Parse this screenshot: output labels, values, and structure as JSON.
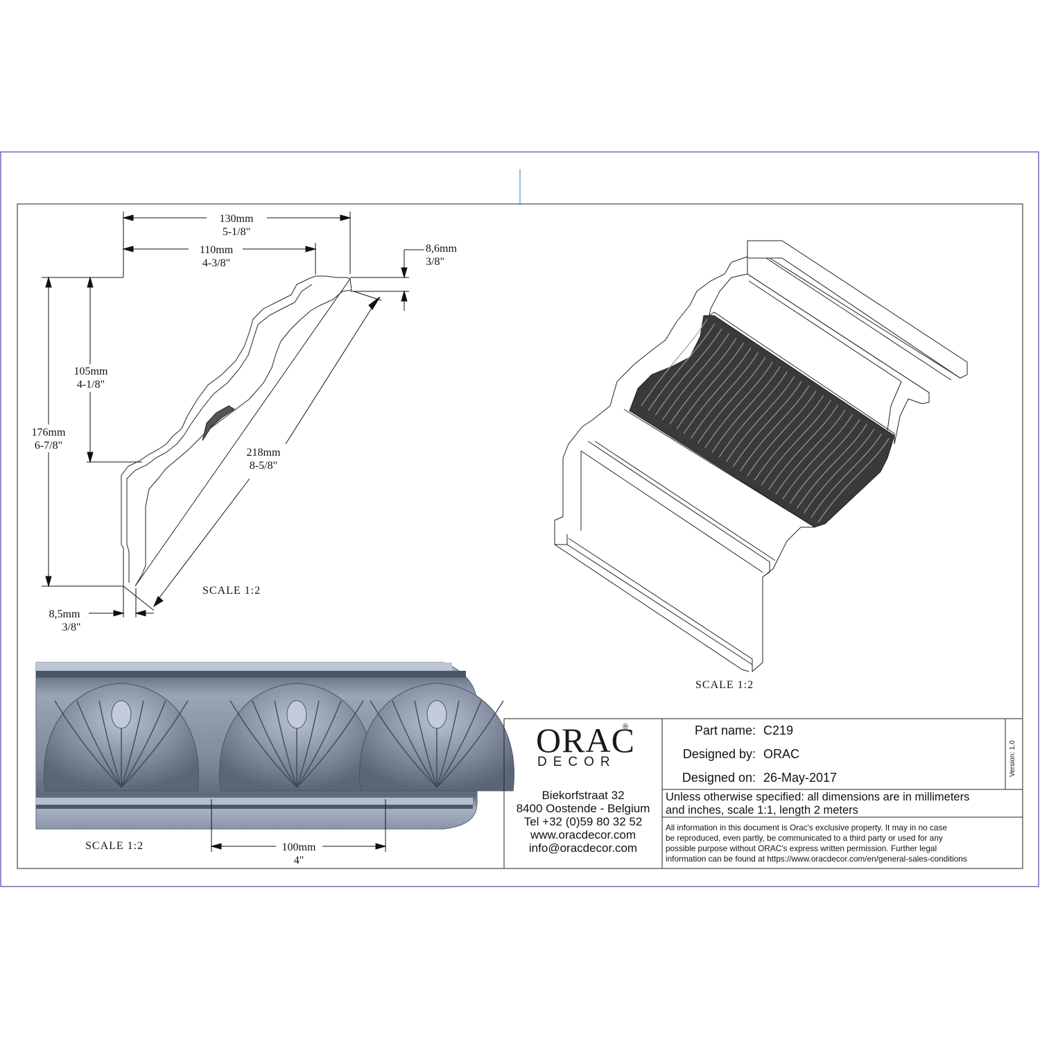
{
  "title_block": {
    "logo_main": "ORAC",
    "logo_reg": "®",
    "logo_sub": "DECOR",
    "address_lines": [
      "Biekorfstraat 32",
      "8400 Oostende - Belgium",
      "Tel  +32 (0)59 80 32 52",
      "www.oracdecor.com",
      "info@oracdecor.com"
    ],
    "part_name_label": "Part name:",
    "part_name": "C219",
    "designed_by_label": "Designed by:",
    "designed_by": "ORAC",
    "designed_on_label": "Designed on:",
    "designed_on": "26-May-2017",
    "version": "Version: 1.0",
    "general_note_lines": [
      "Unless otherwise specified: all dimensions are in millimeters",
      "and inches, scale 1:1, length 2 meters"
    ],
    "legal_lines": [
      "All information in this document is Orac's exclusive property.  It may in no case",
      "be reproduced, even partly, be communicated to a third party or used for any",
      "possible purpose without ORAC's express written permission. Further legal",
      "information can be found at https://www.oracdecor.com/en/general-sales-conditions"
    ]
  },
  "drawing": {
    "scale_profile": "SCALE  1:2",
    "scale_iso": "SCALE  1:2",
    "scale_front": "SCALE  1:2",
    "dims": {
      "width_total_mm": "130mm",
      "width_total_in": "5-1/8\"",
      "width_inner_mm": "110mm",
      "width_inner_in": "4-3/8\"",
      "top_thick_mm": "8,6mm",
      "top_thick_in": "3/8\"",
      "height_inner_mm": "105mm",
      "height_inner_in": "4-1/8\"",
      "height_total_mm": "176mm",
      "height_total_in": "6-7/8\"",
      "diagonal_mm": "218mm",
      "diagonal_in": "8-5/8\"",
      "bottom_thick_mm": "8,5mm",
      "bottom_thick_in": "3/8\"",
      "repeat_mm": "100mm",
      "repeat_in": "4\""
    }
  }
}
